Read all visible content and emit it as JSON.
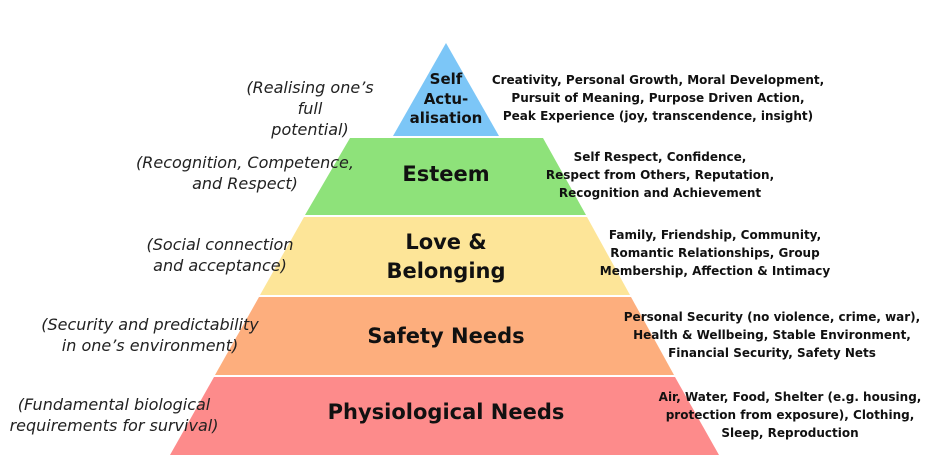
{
  "levels": [
    {
      "name": "Self Actu- alisation",
      "lines": [
        "Self",
        "Actu-",
        "alisation"
      ],
      "description": "(Realising one’s full potential)",
      "desc_lines": [
        "(Realising one’s full",
        "potential)"
      ],
      "examples": [
        "Creativity, Personal Growth, Moral Development,",
        "Pursuit of Meaning, Purpose Driven Action,",
        "Peak Experience (joy, transcendence, insight)"
      ],
      "color": "#7cc6f7"
    },
    {
      "name": "Esteem",
      "lines": [
        "Esteem"
      ],
      "desc_lines": [
        "(Recognition, Competence,",
        "and Respect)"
      ],
      "examples": [
        "Self Respect, Confidence,",
        "Respect from Others, Reputation,",
        "Recognition and Achievement"
      ],
      "color": "#8ee27a"
    },
    {
      "name": "Love & Belonging",
      "lines": [
        "Love &",
        "Belonging"
      ],
      "desc_lines": [
        "(Social connection",
        "and acceptance)"
      ],
      "examples": [
        "Family, Friendship, Community,",
        "Romantic Relationships, Group",
        "Membership, Affection & Intimacy"
      ],
      "color": "#fde598"
    },
    {
      "name": "Safety Needs",
      "lines": [
        "Safety Needs"
      ],
      "desc_lines": [
        "(Security and predictability",
        "in one’s environment)"
      ],
      "examples": [
        "Personal Security (no violence, crime, war),",
        "Health & Wellbeing, Stable Environment,",
        "Financial Security, Safety Nets"
      ],
      "color": "#fdae7d"
    },
    {
      "name": "Physiological Needs",
      "lines": [
        "Physiological Needs"
      ],
      "desc_lines": [
        "(Fundamental biological",
        "requirements for survival)"
      ],
      "examples": [
        "Air, Water, Food, Shelter (e.g. housing,",
        "protection from exposure), Clothing,",
        "Sleep, Reproduction"
      ],
      "color": "#fd8b8b"
    }
  ]
}
